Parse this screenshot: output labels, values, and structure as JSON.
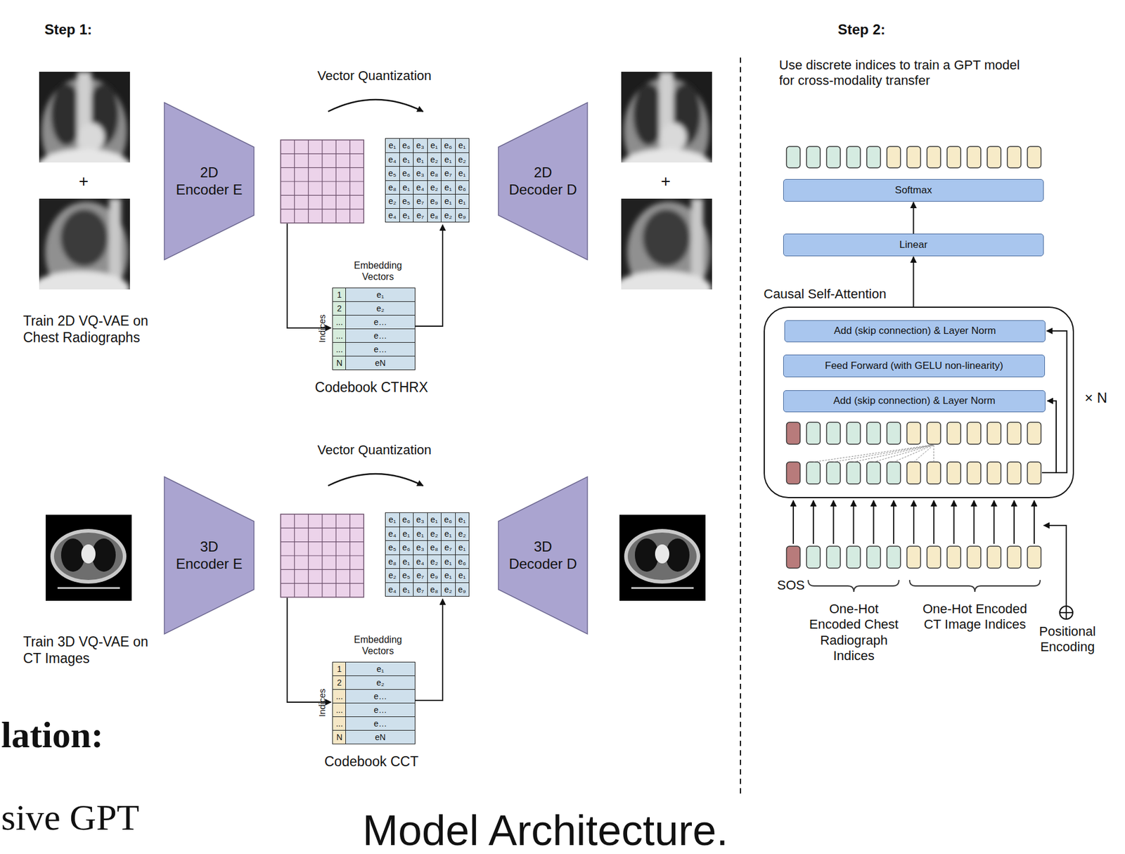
{
  "diagram": {
    "caption": "Model Architecture.",
    "nodes": [
      {
        "text": [
          "2D Encoder E"
        ]
      },
      {
        "text": [
          "2D Decoder D"
        ]
      },
      {
        "text": [
          "3D Encoder E"
        ]
      },
      {
        "text": [
          "3D Decoder D"
        ]
      },
      {
        "text": [
          "Softmax"
        ]
      },
      {
        "text": [
          "Linear"
        ]
      },
      {
        "text": [
          "Causal Self-Attention"
        ]
      },
      {
        "text": [
          "Add (skip connection) & Layer Norm"
        ],
        "in": 6
      },
      {
        "text": [
          "Feed Forward (with GELU non-linearity)"
        ],
        "in": 6
      },
      {
        "text": [
          "Add (skip connection) & Layer Norm"
        ],
        "in": 6
      }
    ],
    "edges": [
      {
        "from": 5,
        "to": 4,
        "arrow": "to"
      },
      {
        "from": 6,
        "to": 5,
        "arrow": "to"
      }
    ],
    "labels": [
      "Step 1:",
      "Vector Quantization",
      "+",
      "+",
      "e₁",
      "e₆",
      "e₃",
      "e₁",
      "e₆",
      "e₁",
      "e₄",
      "e₁",
      "e₁",
      "e₂",
      "e₁",
      "e₂",
      "e₅",
      "e₆",
      "e₃",
      "e₈",
      "e₇",
      "e₁",
      "e₈",
      "e₁",
      "e₄",
      "e₂",
      "e₁",
      "e₆",
      "e₂",
      "e₅",
      "e₇",
      "e₉",
      "e₁",
      "e₁",
      "e₄",
      "e₁",
      "e₇",
      "e₈",
      "e₂",
      "e₉",
      "Embedding Vectors",
      "Indices",
      "1",
      "2",
      "...",
      "...",
      "...",
      "N",
      "e₁",
      "e₂",
      "e…",
      "e…",
      "e…",
      "eN",
      "Codebook CTHRX",
      "Train 2D VQ-VAE on Chest Radiographs",
      "Vector Quantization",
      "e₁",
      "e₆",
      "e₃",
      "e₁",
      "e₆",
      "e₁",
      "e₄",
      "e₁",
      "e₁",
      "e₂",
      "e₁",
      "e₂",
      "e₅",
      "e₆",
      "e₃",
      "e₈",
      "e₇",
      "e₁",
      "e₈",
      "e₁",
      "e₄",
      "e₂",
      "e₁",
      "e₆",
      "e₂",
      "e₅",
      "e₇",
      "e₉",
      "e₁",
      "e₁",
      "e₄",
      "e₁",
      "e₇",
      "e₈",
      "e₂",
      "e₉",
      "Embedding Vectors",
      "Indices",
      "1",
      "2",
      "...",
      "...",
      "...",
      "N",
      "e₁",
      "e₂",
      "e…",
      "e…",
      "e…",
      "eN",
      "Codebook CCT",
      "Train 3D VQ-VAE on CT Images",
      "lation:",
      "sive GPT",
      "Step 2:",
      "Use discrete indices to train a GPT model for cross-modality transfer",
      "× N",
      "SOS",
      "One-Hot Encoded Chest Radiograph Indices",
      "One-Hot Encoded CT Image Indices",
      "Positional Encoding"
    ]
  }
}
